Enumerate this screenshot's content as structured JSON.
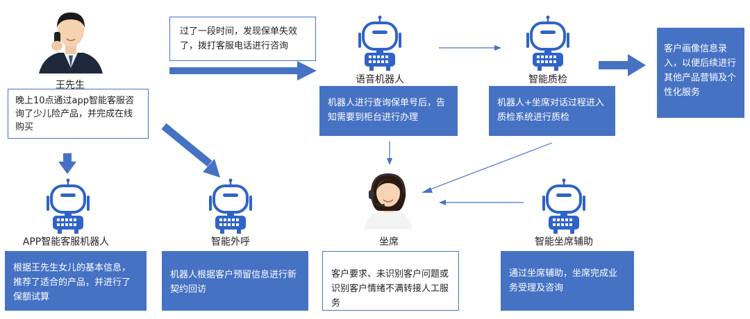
{
  "colors": {
    "accent": "#4672c4",
    "robot": "#2f63c8",
    "arrow": "#4672c4"
  },
  "customer": {
    "name": "王先生",
    "description": "晚上10点通过app智能客服咨询了少儿险产品，并完成在线购买"
  },
  "callout": {
    "text": "过了一段时间，发现保单失效了，拨打客服电话进行咨询"
  },
  "voice_robot": {
    "label": "语音机器人",
    "description": "机器人进行查询保单号后，告知需要到柜台进行办理"
  },
  "quality_check": {
    "label": "智能质检",
    "description": "机器人+坐席对话过程进入质检系统进行质检"
  },
  "profile": {
    "text": "客户画像信息录入，以便后续进行其他产品营销及个性化服务"
  },
  "app_robot": {
    "label": "APP智能客服机器人",
    "description": "根据王先生女儿的基本信息，推荐了适合的产品，并进行了保额试算"
  },
  "outbound": {
    "label": "智能外呼",
    "description": "机器人根据客户预留信息进行新契约回访"
  },
  "agent": {
    "label": "坐席",
    "description": "客户要求、未识别客户问题或识别客户情绪不满转接人工服务"
  },
  "agent_assist": {
    "label": "智能坐席辅助",
    "description": "通过坐席辅助，坐席完成业务受理及咨询"
  }
}
